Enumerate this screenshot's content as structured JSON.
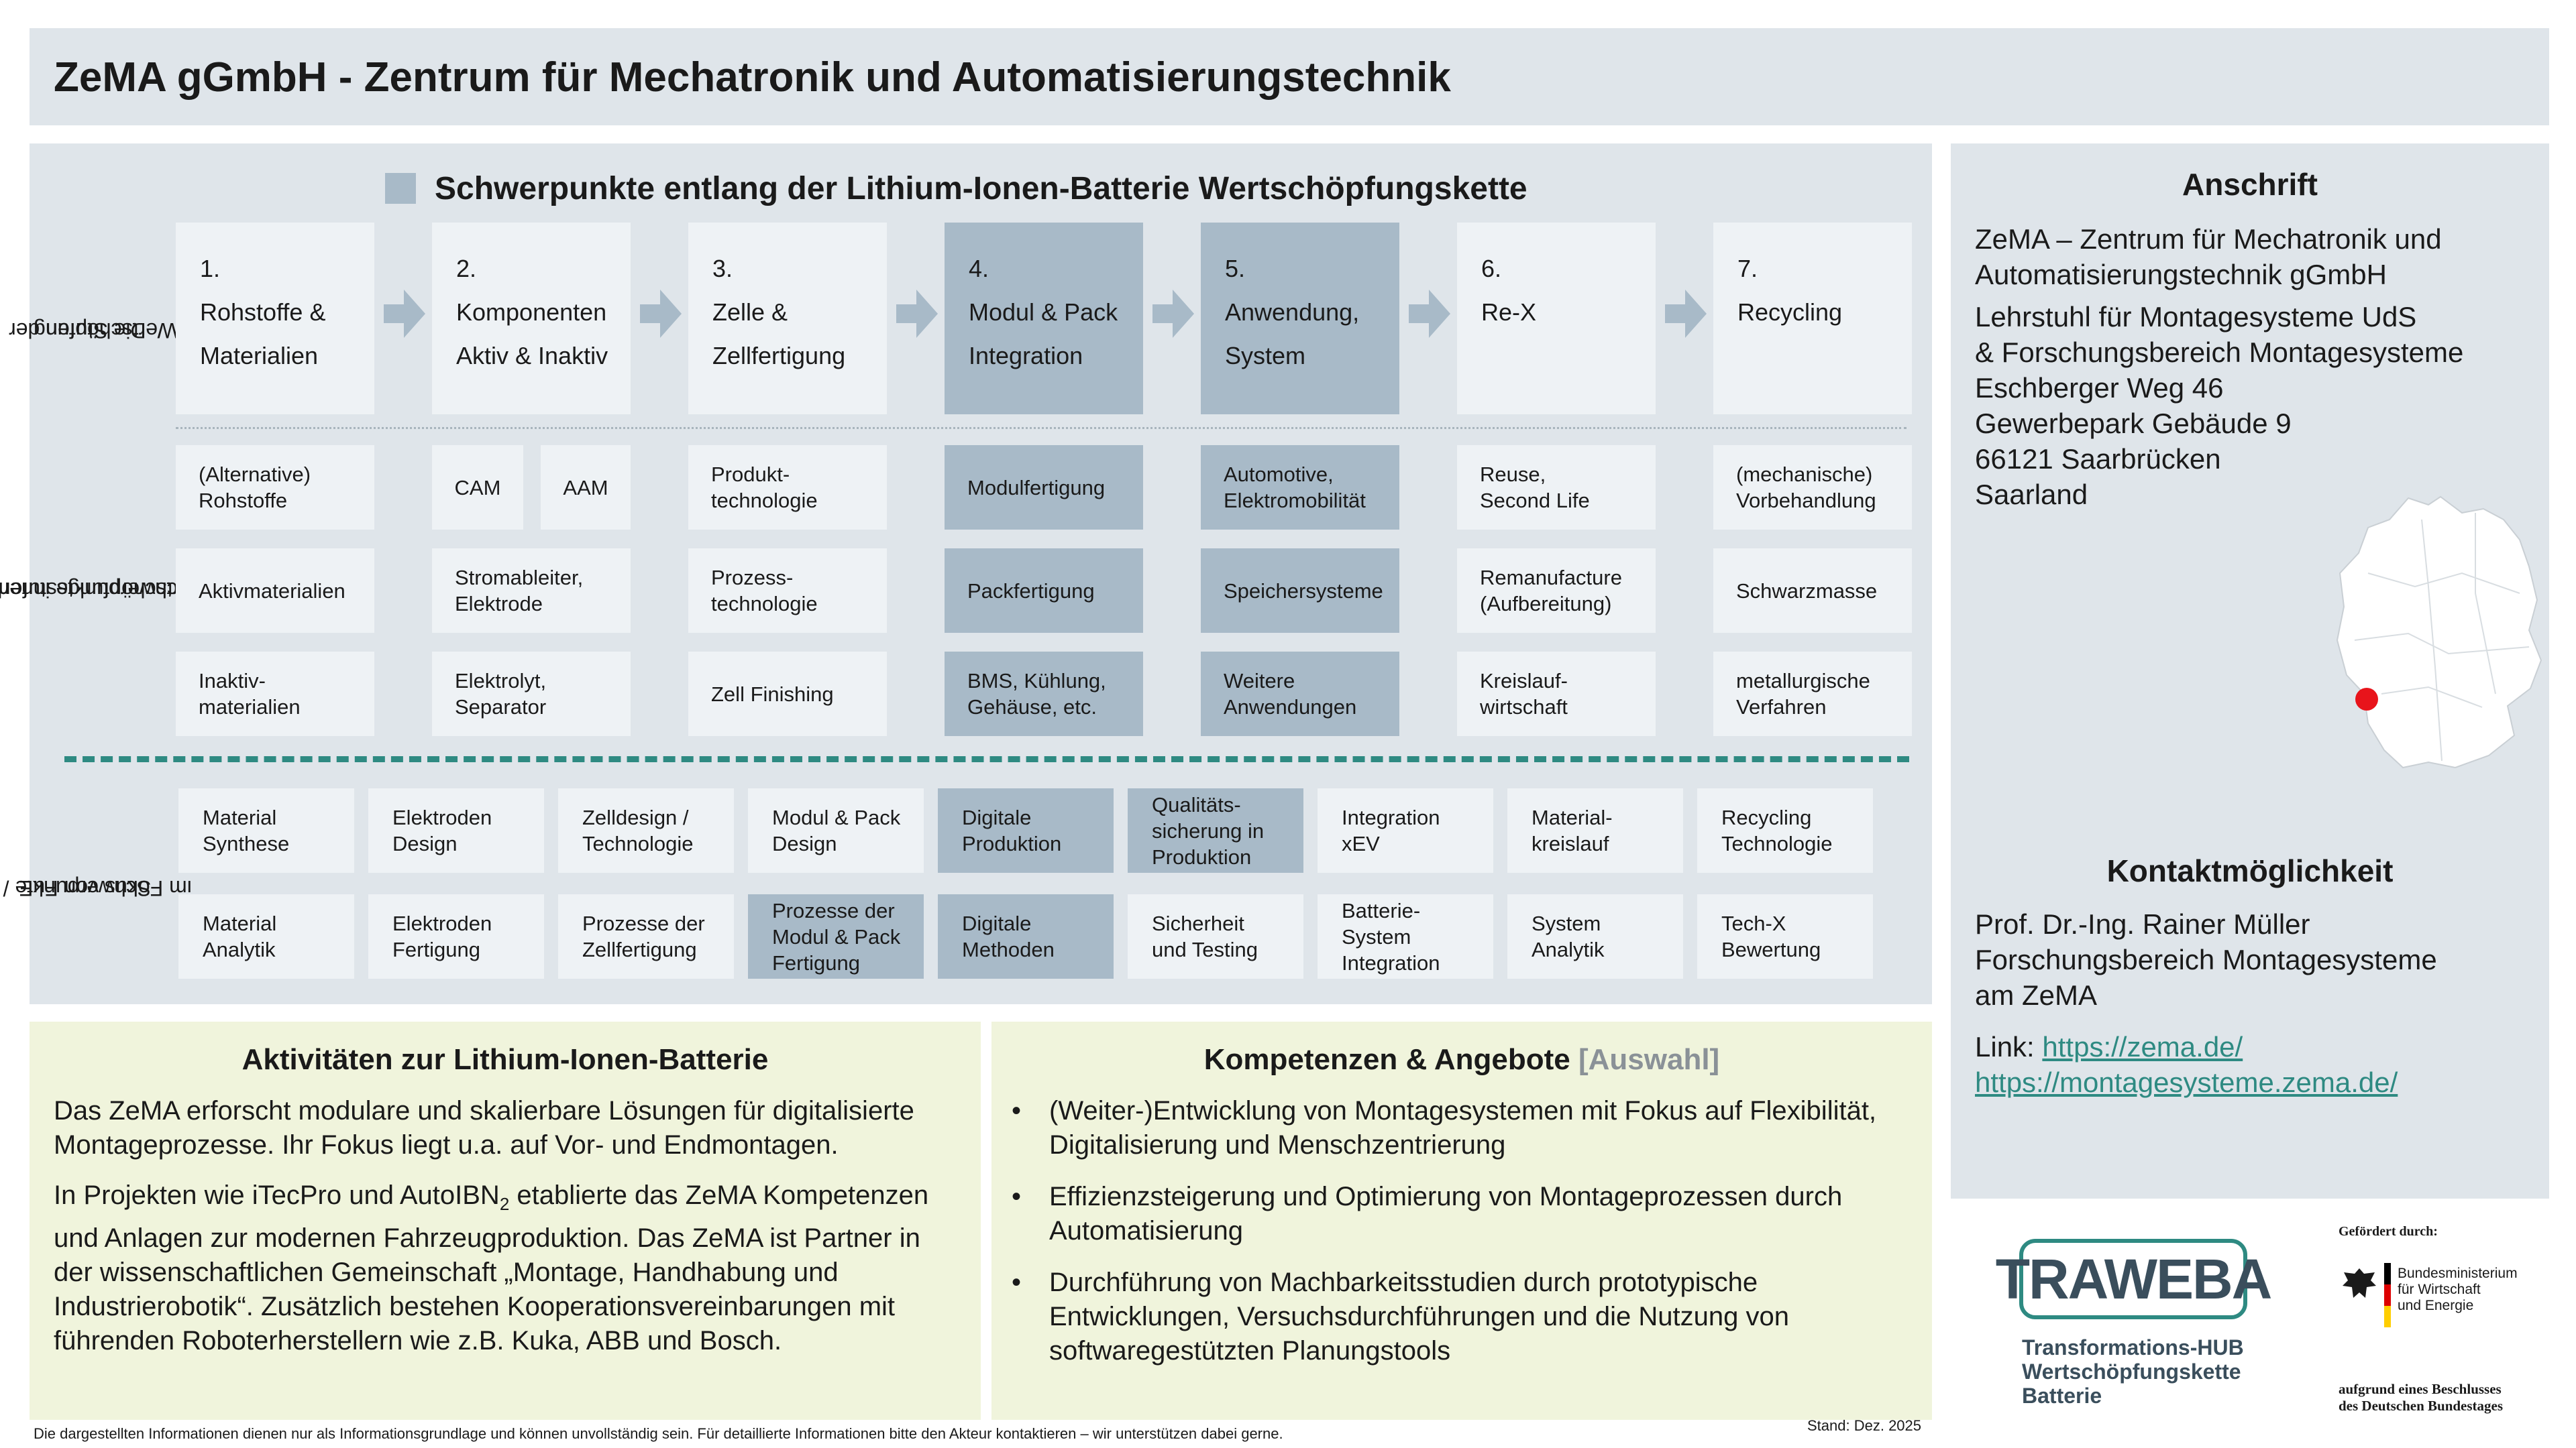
{
  "header": {
    "title": "ZeMA gGmbH - Zentrum für Mechatronik und Automatisierungstechnik"
  },
  "value_chain": {
    "title": "Schwerpunkte entlang der Lithium-Ionen-Batterie Wertschöpfungskette",
    "label_stages": "Die Stufen der Wertschöpfung",
    "label_stages_l1": "Die Stufen der",
    "label_stages_l2": "Wertschöpfung",
    "label_focus_l1": "Schwerpunkte innerhalb",
    "label_focus_l2": "Wertschöpfungsstufen",
    "label_fue_l1": "Schwerpunkte /",
    "label_fue_l2": "im Fokus  von FuE",
    "stages": [
      {
        "num": "1.",
        "l1": "Rohstoffe &",
        "l2": "Materialien"
      },
      {
        "num": "2.",
        "l1": "Komponenten",
        "l2": "Aktiv & Inaktiv"
      },
      {
        "num": "3.",
        "l1": "Zelle &",
        "l2": "Zellfertigung"
      },
      {
        "num": "4.",
        "l1": "Modul & Pack",
        "l2": "Integration"
      },
      {
        "num": "5.",
        "l1": "Anwendung,",
        "l2": "System"
      },
      {
        "num": "6.",
        "l1": "Re-X",
        "l2": ""
      },
      {
        "num": "7.",
        "l1": "Recycling",
        "l2": ""
      }
    ],
    "focus": {
      "c1": [
        [
          "(Alternative)",
          "Rohstoffe"
        ],
        [
          "Aktivmaterialien",
          ""
        ],
        [
          "Inaktiv-",
          "materialien"
        ]
      ],
      "c2_top": [
        "CAM",
        "AAM"
      ],
      "c2": [
        [
          "Stromableiter,",
          "Elektrode"
        ],
        [
          "Elektrolyt,",
          "Separator"
        ]
      ],
      "c3": [
        [
          "Produkt-",
          "technologie"
        ],
        [
          "Prozess-",
          "technologie"
        ],
        [
          "Zell Finishing",
          ""
        ]
      ],
      "c4": [
        [
          "Modulfertigung",
          ""
        ],
        [
          "Packfertigung",
          ""
        ],
        [
          "BMS, Kühlung,",
          "Gehäuse, etc."
        ]
      ],
      "c5": [
        [
          "Automotive,",
          "Elektromobilität"
        ],
        [
          "Speichersysteme",
          ""
        ],
        [
          "Weitere",
          "Anwendungen"
        ]
      ],
      "c6": [
        [
          "Reuse,",
          "Second Life"
        ],
        [
          "Remanufacture",
          "(Aufbereitung)"
        ],
        [
          "Kreislauf-",
          "wirtschaft"
        ]
      ],
      "c7": [
        [
          "(mechanische)",
          "Vorbehandlung"
        ],
        [
          "Schwarzmasse",
          ""
        ],
        [
          "metallurgische",
          "Verfahren"
        ]
      ]
    },
    "fue_row1": [
      [
        "Material",
        "Synthese",
        ""
      ],
      [
        "Elektroden",
        "Design",
        ""
      ],
      [
        "Zelldesign /",
        "Technologie",
        ""
      ],
      [
        "Modul & Pack",
        "Design",
        ""
      ],
      [
        "Digitale",
        "Produktion",
        ""
      ],
      [
        "Qualitäts-",
        "sicherung in",
        "Produktion"
      ],
      [
        "Integration",
        "xEV",
        ""
      ],
      [
        "Material-",
        "kreislauf",
        ""
      ],
      [
        "Recycling",
        "Technologie",
        ""
      ]
    ],
    "fue_row2": [
      [
        "Material",
        "Analytik",
        ""
      ],
      [
        "Elektroden",
        "Fertigung",
        ""
      ],
      [
        "Prozesse der",
        "Zellfertigung",
        ""
      ],
      [
        "Prozesse der",
        "Modul & Pack",
        "Fertigung"
      ],
      [
        "Digitale",
        "Methoden",
        ""
      ],
      [
        "Sicherheit",
        "und Testing",
        ""
      ],
      [
        "Batterie-",
        "System",
        "Integration"
      ],
      [
        "System",
        "Analytik",
        ""
      ],
      [
        "Tech-X",
        "Bewertung",
        ""
      ]
    ]
  },
  "address": {
    "title": "Anschrift",
    "lines": [
      "ZeMA – Zentrum für Mechatronik und",
      "Automatisierungstechnik gGmbH",
      "Lehrstuhl für Montagesysteme UdS",
      "& Forschungsbereich Montagesysteme",
      "Eschberger Weg 46",
      "Gewerbepark Gebäude 9",
      "66121 Saarbrücken",
      "Saarland"
    ]
  },
  "contact": {
    "title": "Kontaktmöglichkeit",
    "lines": [
      "Prof. Dr.-Ing. Rainer Müller",
      "Forschungsbereich Montagesysteme",
      "am ZeMA"
    ],
    "link_label": "Link: ",
    "link1": "https://zema.de/",
    "link2": "https://montagesysteme.zema.de/"
  },
  "activities": {
    "title": "Aktivitäten zur Lithium-Ionen-Batterie",
    "p1": "Das ZeMA erforscht modulare und skalierbare Lösungen für digitalisierte Montageprozesse. Ihr Fokus liegt u.a. auf Vor- und Endmontagen.",
    "p2_a": "In Projekten wie iTecPro und AutoIBN",
    "p2_sub": "2",
    "p2_b": " etablierte das ZeMA Kompetenzen und Anlagen zur modernen Fahrzeugproduktion. Das ZeMA ist Partner in der wissenschaftlichen Gemeinschaft „Montage, Handhabung und Industrierobotik“. Zusätzlich bestehen Kooperationsvereinbarungen mit führenden Roboterherstellern wie z.B. Kuka, ABB und Bosch."
  },
  "competences": {
    "title": "Kompetenzen & Angebote",
    "title_suffix": "[Auswahl]",
    "bullets": [
      "(Weiter-)Entwicklung von Montagesystemen mit Fokus auf Flexibilität, Digitalisierung und Menschzentrierung",
      "Effizienzsteigerung und Optimierung von Montageprozessen durch Automatisierung",
      "Durchführung von Machbarkeitsstudien durch prototypische Entwicklungen, Versuchsdurchführungen und die Nutzung von softwaregestützten Planungstools"
    ]
  },
  "logos": {
    "traweba": "TRAWEBA",
    "traweba_sub1": "Transformations-HUB",
    "traweba_sub2": "Wertschöpfungskette",
    "traweba_sub3": "Batterie",
    "funded_by": "Gefördert durch:",
    "ministry1": "Bundesministerium",
    "ministry2": "für Wirtschaft",
    "ministry3": "und Energie",
    "resolution1": "aufgrund eines Beschlusses",
    "resolution2": "des Deutschen Bundestages"
  },
  "footer": {
    "disclaimer": "Die dargestellten Informationen dienen nur als Informationsgrundlage und können unvollständig sein. Für detaillierte Informationen bitte den Akteur kontaktieren – wir unterstützen dabei gerne.",
    "stand": "Stand: Dez. 2025"
  },
  "colors": {
    "accent_teal": "#2e8a82",
    "box_light": "#eef2f5",
    "box_dark": "#a8bac8",
    "panel": "#dfe5ea",
    "green_panel": "#f0f4dc",
    "map_marker": "#e8141b"
  }
}
